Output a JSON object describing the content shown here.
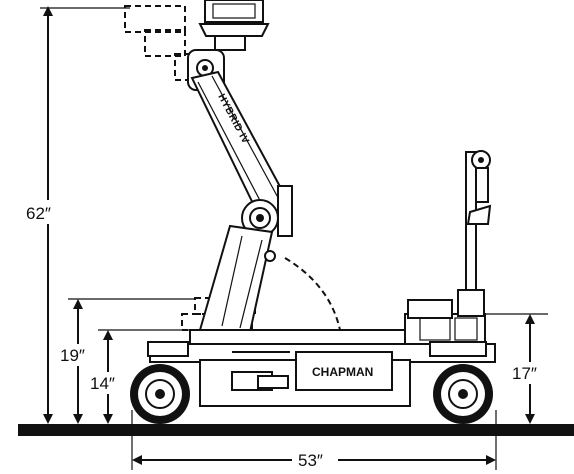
{
  "diagram": {
    "brand_label": "CHAPMAN",
    "model_label": "HYBRID IV",
    "dimensions": {
      "max_height": "62″",
      "mid_height": "19″",
      "low_height": "14″",
      "deck_height": "17″",
      "wheelbase": "53″"
    }
  }
}
